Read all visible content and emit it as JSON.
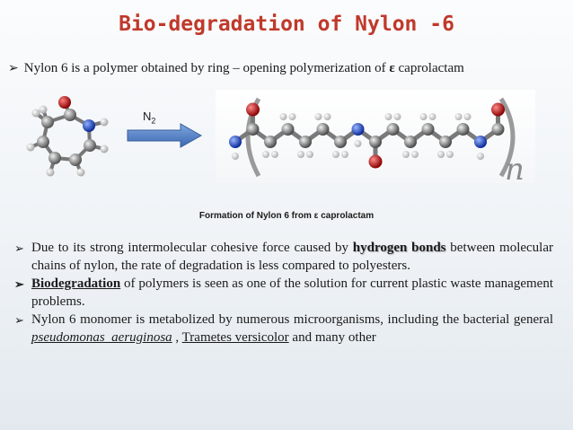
{
  "title": "Bio-degradation of Nylon -6",
  "intro": {
    "text_before": "Nylon 6 is a polymer obtained by ring – opening polymerization of ",
    "epsilon": "ε",
    "text_after": " caprolactam"
  },
  "reaction": {
    "reagent": "N",
    "reagent_sub": "2",
    "n_label": "n"
  },
  "caption": "Formation of Nylon 6 from ε caprolactam",
  "bullet_marker": "➢",
  "bullets": {
    "b1_before": "Due to its strong intermolecular cohesive force caused by ",
    "b1_emph": "hydrogen bonds",
    "b1_after": " between molecular chains of nylon, the rate of degradation is less compared to polyesters.",
    "b2_emph": "Biodegradation",
    "b2_after": " of polymers is seen as one of the solution for current plastic waste management problems.",
    "b3_before": "Nylon 6 monomer is metabolized by numerous microorganisms, including the bacterial general ",
    "b3_italic": "pseudomonas  aeruginosa",
    "b3_mid": " , ",
    "b3_trametes": "Trametes versicolor",
    "b3_after": " and many other"
  },
  "colors": {
    "title": "#c0392b",
    "carbon": "#8c8c8c",
    "oxygen": "#d01010",
    "nitrogen": "#1f4fd6",
    "hydrogen": "#f2f2f2",
    "arrow": "#4a7cc7"
  }
}
